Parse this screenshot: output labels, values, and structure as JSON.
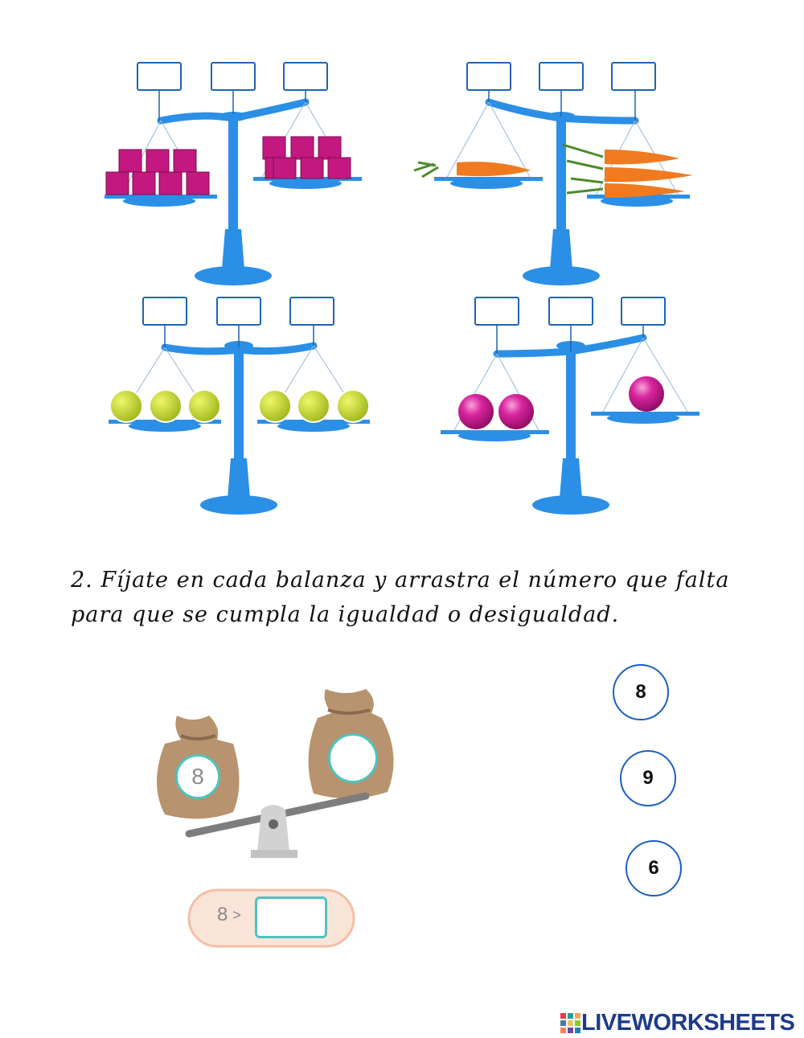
{
  "exercise1": {
    "scales": [
      {
        "item": "cube",
        "left_count": 7,
        "right_count": 7,
        "tilt": "left-down"
      },
      {
        "item": "carrot",
        "left_count": 1,
        "right_count": 3,
        "tilt": "right-down"
      },
      {
        "item": "tennis-ball",
        "left_count": 3,
        "right_count": 3,
        "tilt": "level"
      },
      {
        "item": "pink-ball",
        "left_count": 2,
        "right_count": 1,
        "tilt": "left-down"
      }
    ],
    "answer_boxes_per_scale": 3
  },
  "exercise2": {
    "instruction": "2. Fíjate en cada balanza y arrastra el número que falta para que se cumpla la igualdad o desigualdad.",
    "left_bag_label": "8",
    "equation_left": "8",
    "equation_operator": ">",
    "draggable_numbers": [
      "8",
      "9",
      "6"
    ]
  },
  "colors": {
    "scale_blue": "#2b8fe6",
    "box_border": "#1e63b5",
    "cube_magenta": "#c2187f",
    "carrot_orange": "#f07a1f",
    "tennis_yellow": "#c9df2c",
    "ball_pink": "#c21c8e",
    "sack_brown": "#b8936f",
    "badge_teal": "#4ec3bf"
  },
  "footer": {
    "brand": "LIVEWORKSHEETS"
  }
}
